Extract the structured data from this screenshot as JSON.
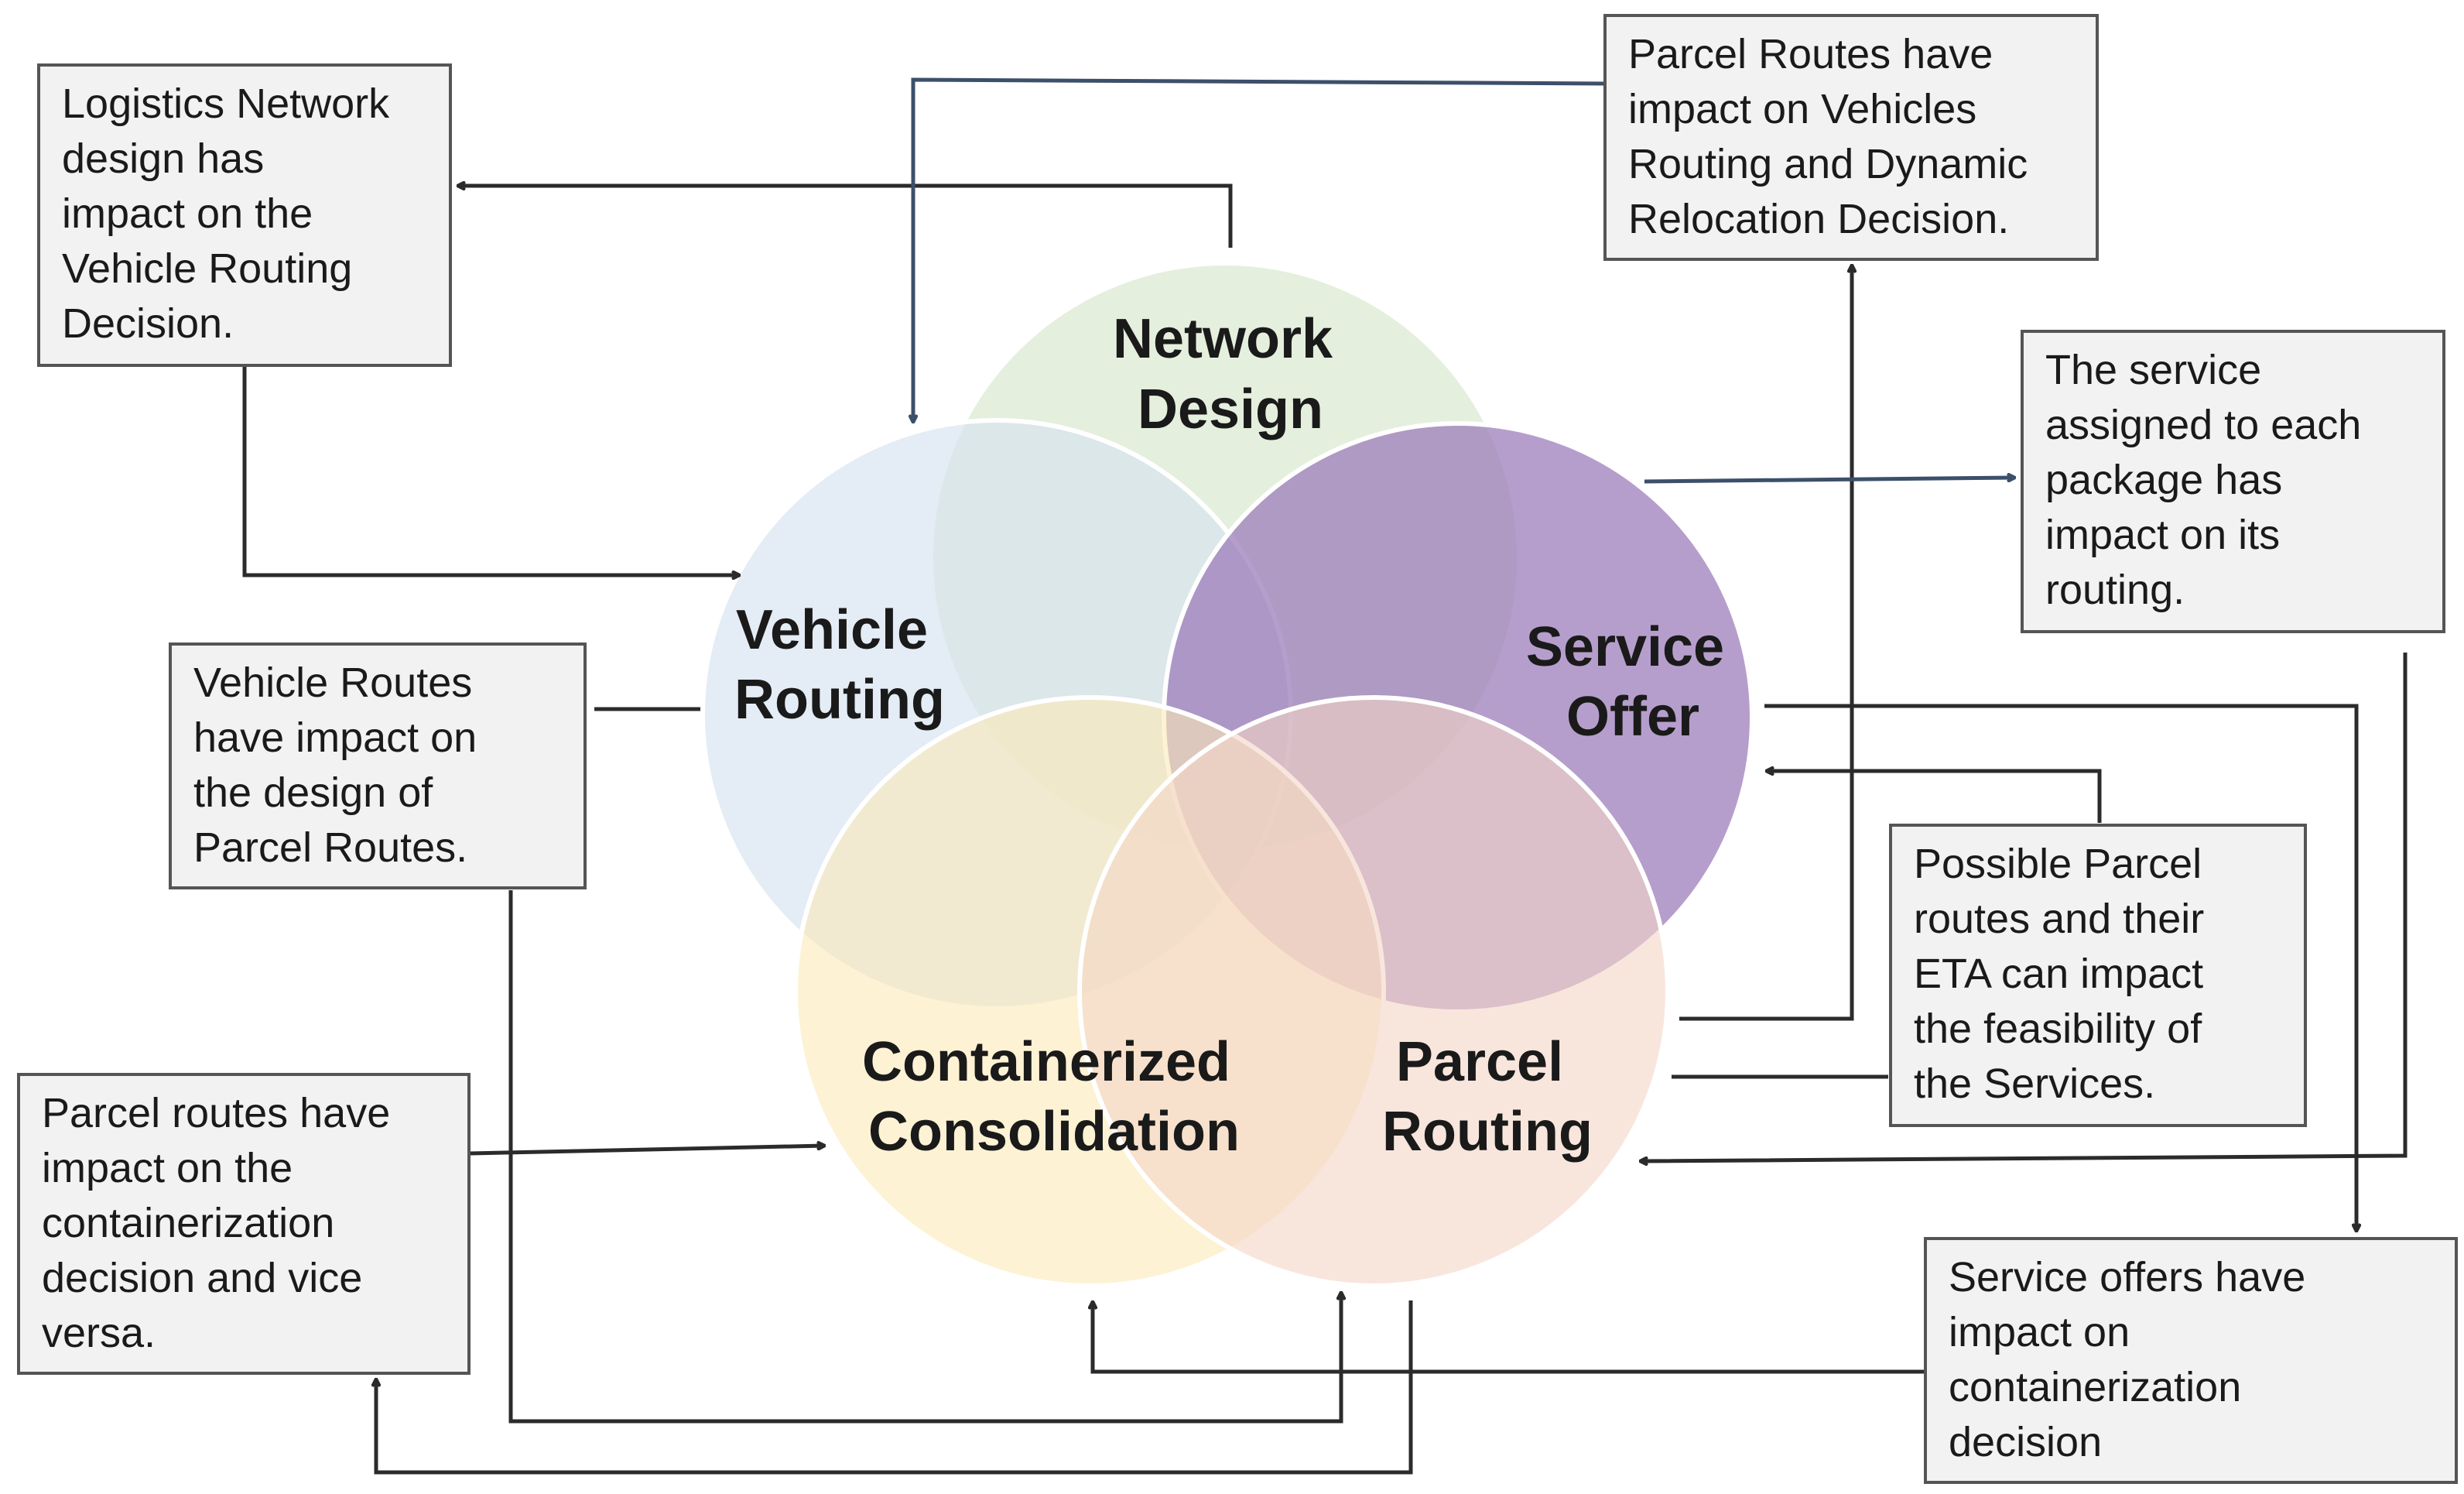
{
  "circles": {
    "network_design": {
      "label_line1": "Network",
      "label_line2": "Design",
      "color": "#d9e8cf"
    },
    "vehicle_routing": {
      "label_line1": "Vehicle",
      "label_line2": "Routing",
      "color": "#d5e2f0"
    },
    "service_offer": {
      "label_line1": "Service",
      "label_line2": "Offer",
      "color": "#9a78b8"
    },
    "containerized_consolidation": {
      "label_line1": "Containerized",
      "label_line2": "Consolidation",
      "color": "#fce9b8"
    },
    "parcel_routing": {
      "label_line1": "Parcel",
      "label_line2": "Routing",
      "color": "#f3d6c6"
    }
  },
  "notes": {
    "logistics_network": [
      "Logistics Network",
      "design has",
      "impact on the",
      "Vehicle Routing",
      "Decision."
    ],
    "parcel_routes_vehicles": [
      "Parcel Routes have",
      "impact on Vehicles",
      "Routing and Dynamic",
      "Relocation Decision."
    ],
    "service_assigned": [
      "The service",
      "assigned to each",
      "package has",
      "impact on its",
      "routing."
    ],
    "vehicle_routes": [
      "Vehicle Routes",
      "have impact on",
      "the design of",
      "Parcel Routes."
    ],
    "possible_parcel": [
      "Possible Parcel",
      "routes and their",
      "ETA can impact",
      "the feasibility of",
      "the Services."
    ],
    "parcel_containerization": [
      "Parcel routes have",
      "impact on the",
      "containerization",
      "decision and vice",
      "versa."
    ],
    "service_offers": [
      "Service offers have",
      "impact on",
      "containerization",
      "decision"
    ]
  }
}
